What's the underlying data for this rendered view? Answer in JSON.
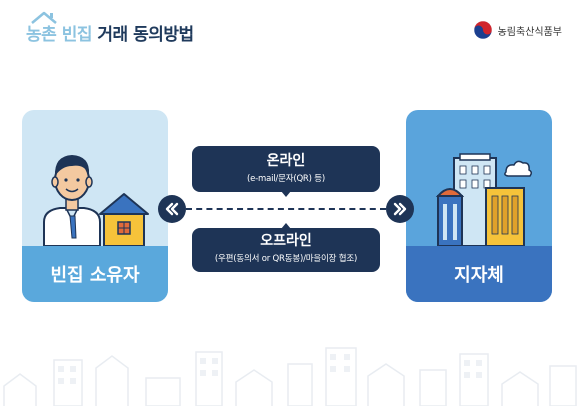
{
  "header": {
    "title_accent": "농촌 빈집",
    "title_main": "거래 동의방법",
    "ministry_name": "농림축산식품부",
    "ministry_icon": "taegeuk-emblem-icon"
  },
  "diagram": {
    "left_card_label": "빈집 소유자",
    "right_card_label": "지자체",
    "online": {
      "title": "온라인",
      "detail": "(e-mail/문자(QR) 등)"
    },
    "offline": {
      "title": "오프라인",
      "detail": "(우편(동의서 or QR동봉)/마을이장 협조)"
    },
    "left_arrow_icon": "double-chevron-left-icon",
    "right_arrow_icon": "double-chevron-right-icon"
  },
  "colors": {
    "navy": "#1e3456",
    "light_blue_card": "#cfe6f4",
    "blue_label": "#5aa8dc",
    "right_card": "#5aa4dc",
    "right_label": "#3a73bf",
    "title_accent": "#8cc3e0"
  }
}
